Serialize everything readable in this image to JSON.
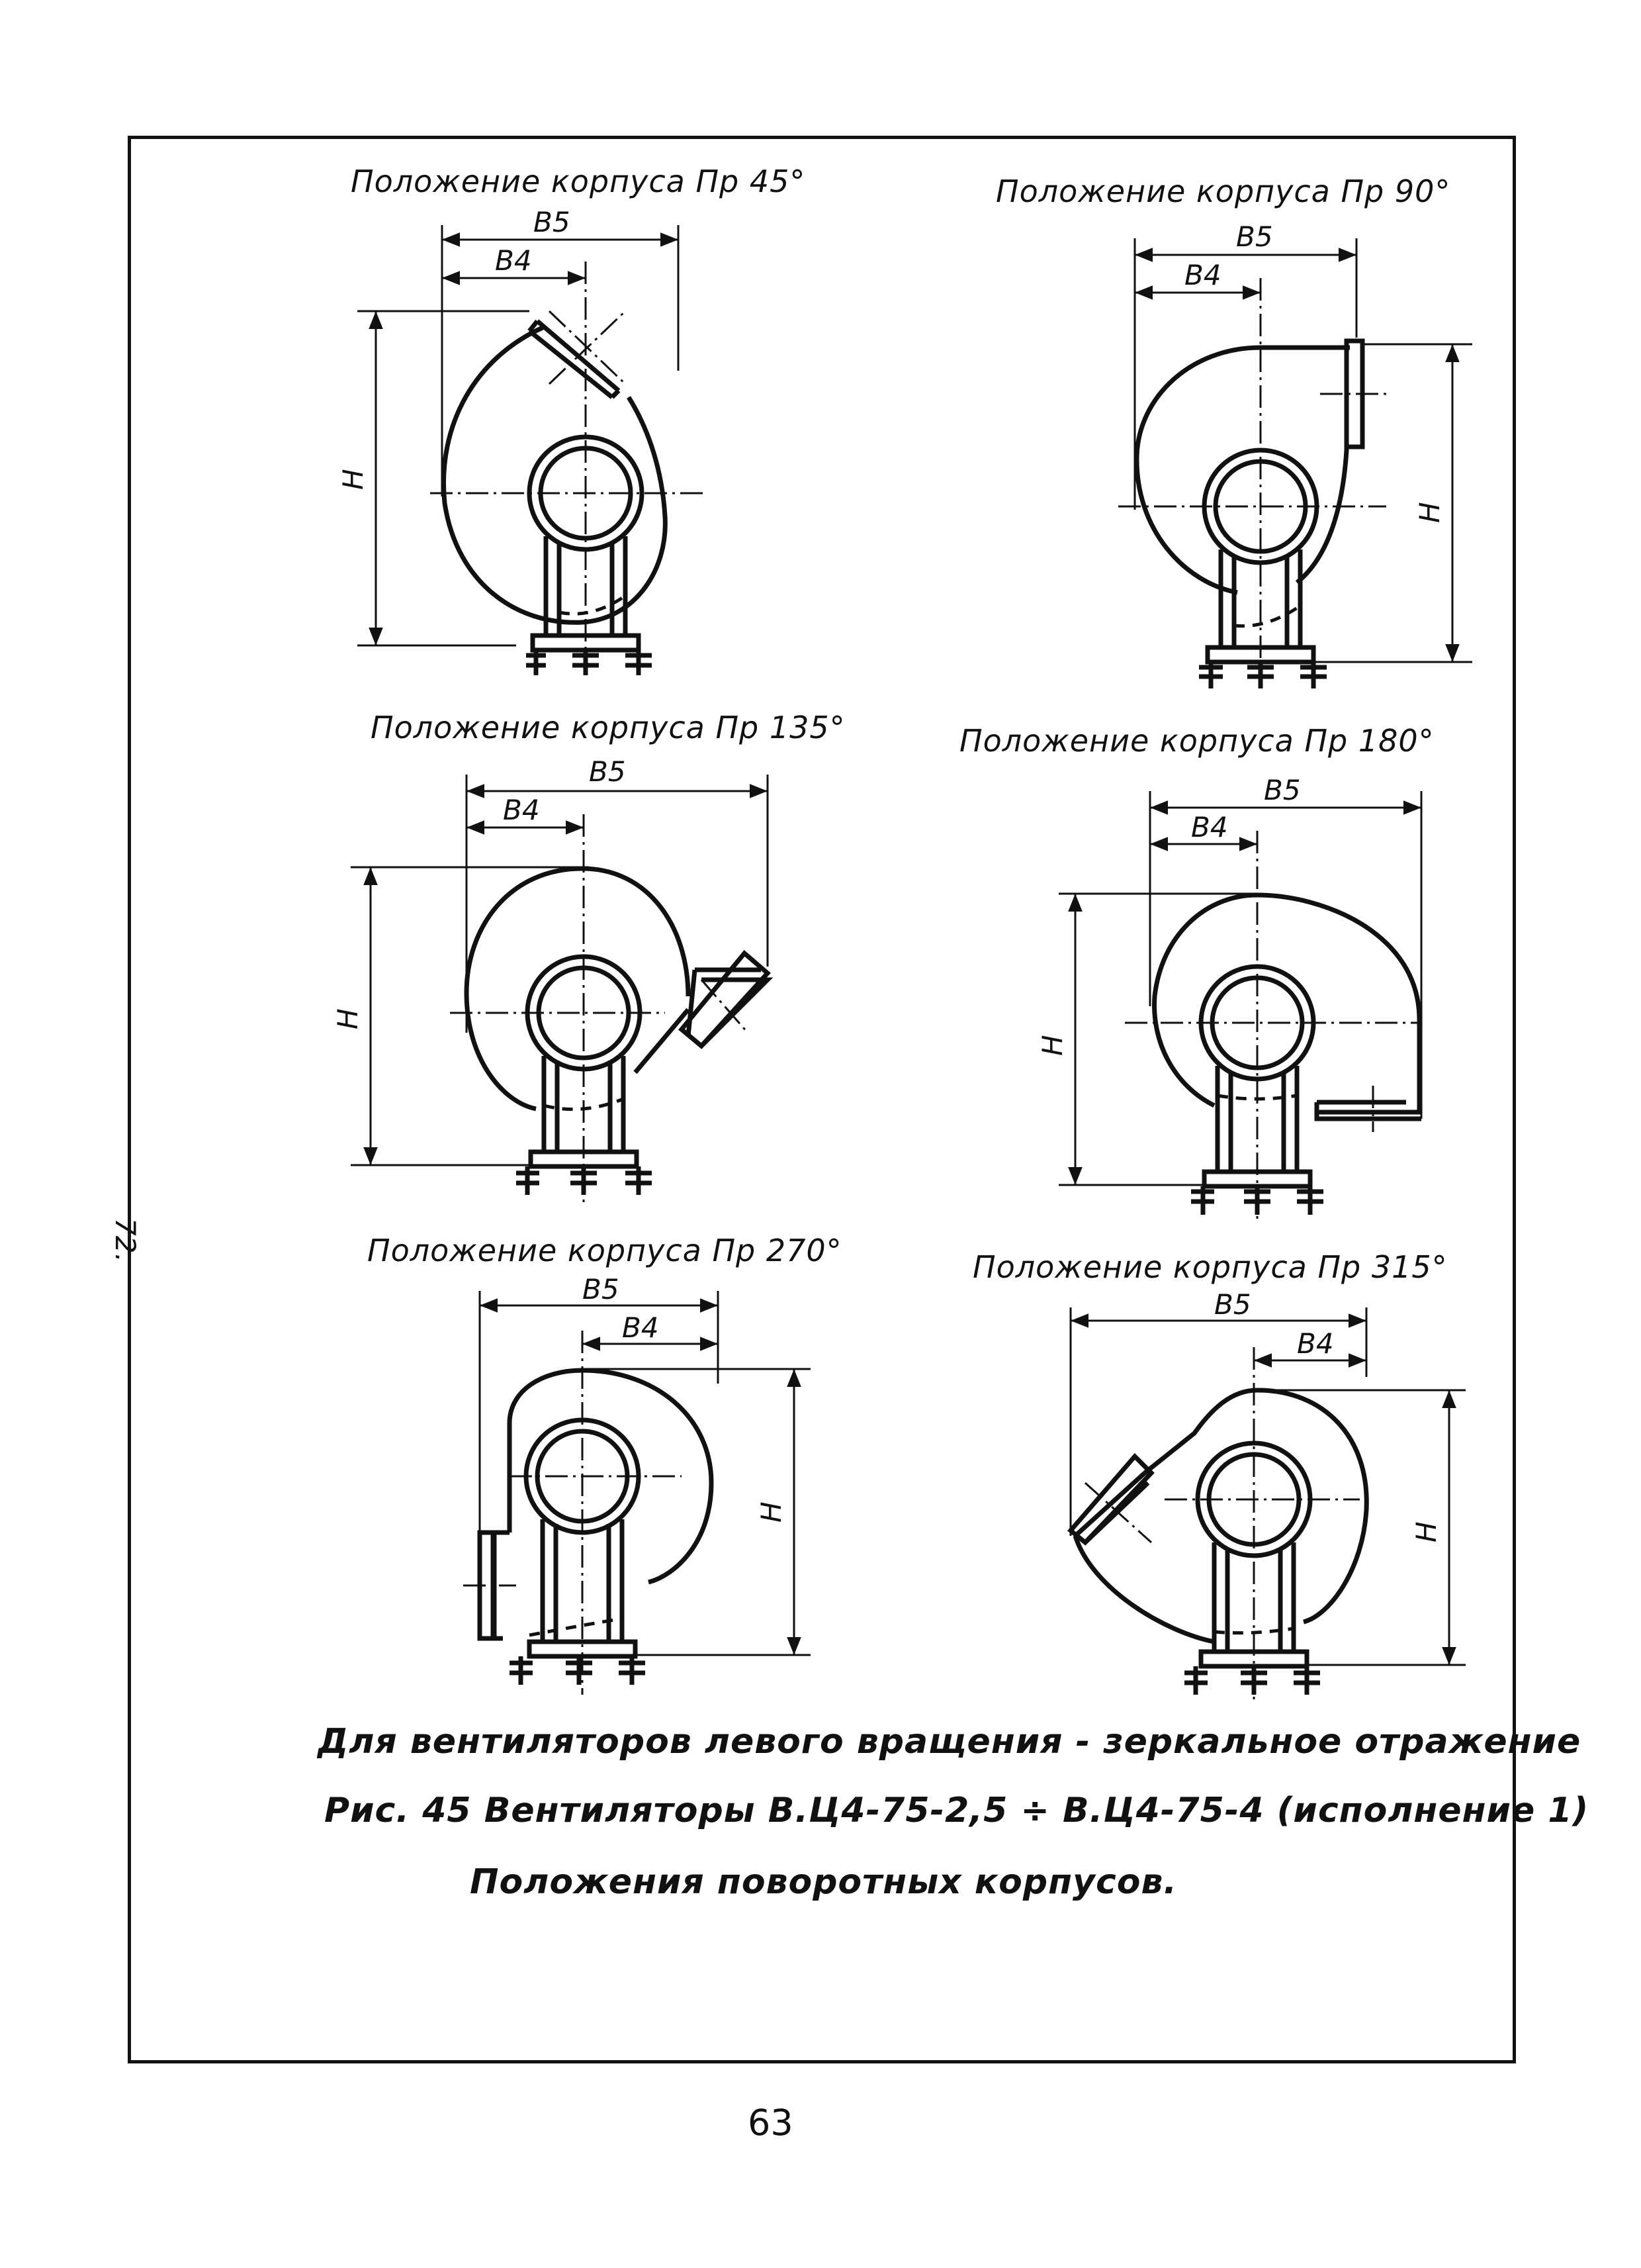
{
  "views": [
    {
      "title": "Положение корпуса Пр 45°",
      "b5": "B5",
      "b4": "B4",
      "h": "H"
    },
    {
      "title": "Положение корпуса Пр 90°",
      "b5": "B5",
      "b4": "B4",
      "h": "H"
    },
    {
      "title": "Положение корпуса Пр 135°",
      "b5": "B5",
      "b4": "B4",
      "h": "H"
    },
    {
      "title": "Положение корпуса Пр 180°",
      "b5": "B5",
      "b4": "B4",
      "h": "H"
    },
    {
      "title": "Положение корпуса Пр 270°",
      "b5": "B5",
      "b4": "B4",
      "h": "H"
    },
    {
      "title": "Положение корпуса Пр 315°",
      "b5": "B5",
      "b4": "B4",
      "h": "H"
    }
  ],
  "caption": {
    "line1": "Для вентиляторов левого вращения - зеркальное отражение",
    "line2": "Рис. 45  Вентиляторы В.Ц4-75-2,5 ÷ В.Ц4-75-4  (исполнение 1)",
    "line3": "Положения поворотных корпусов."
  },
  "margin_note": "72.",
  "page_number": "63"
}
